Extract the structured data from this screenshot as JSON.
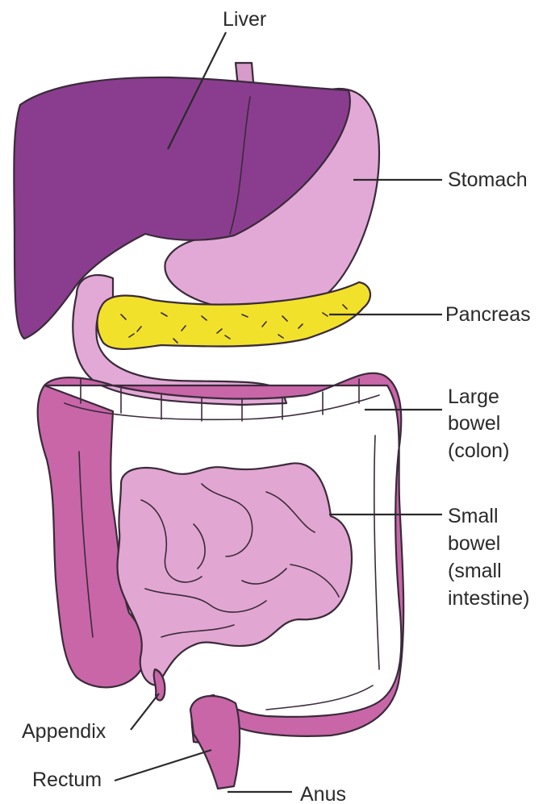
{
  "labels": {
    "liver": "Liver",
    "stomach": "Stomach",
    "pancreas": "Pancreas",
    "large_bowel": [
      "Large",
      "bowel",
      "(colon)"
    ],
    "small_bowel": [
      "Small",
      "bowel",
      "(small",
      "intestine)"
    ],
    "appendix": "Appendix",
    "rectum": "Rectum",
    "anus": "Anus"
  },
  "colors": {
    "liver": "#8a3d8e",
    "stomach": "#e3a9d6",
    "pancreas": "#f2e12a",
    "colon": "#c866a8",
    "small_intestine": "#e2a6d2"
  }
}
